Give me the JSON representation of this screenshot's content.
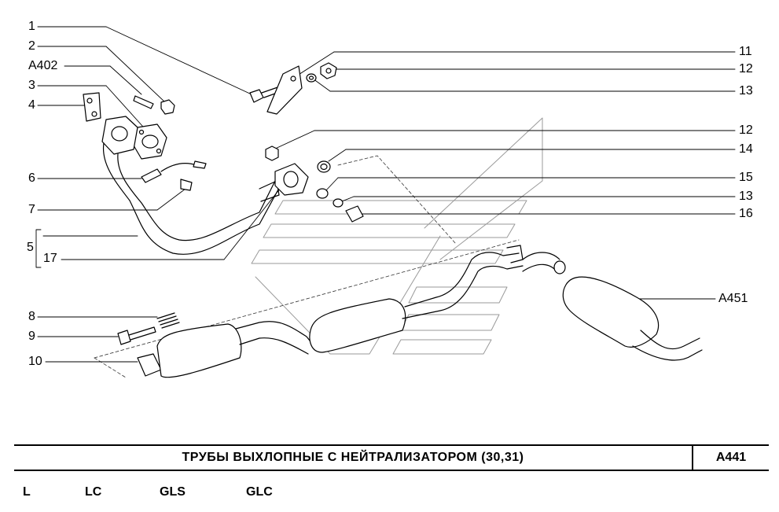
{
  "callouts_left": [
    {
      "id": "1",
      "label": "1"
    },
    {
      "id": "2",
      "label": "2"
    },
    {
      "id": "a402",
      "label": "A402"
    },
    {
      "id": "3",
      "label": "3"
    },
    {
      "id": "4",
      "label": "4"
    },
    {
      "id": "6",
      "label": "6"
    },
    {
      "id": "7",
      "label": "7"
    },
    {
      "id": "5",
      "label": "5"
    },
    {
      "id": "17",
      "label": "17"
    },
    {
      "id": "8",
      "label": "8"
    },
    {
      "id": "9",
      "label": "9"
    },
    {
      "id": "10",
      "label": "10"
    }
  ],
  "callouts_right": [
    {
      "id": "11",
      "label": "11"
    },
    {
      "id": "12a",
      "label": "12"
    },
    {
      "id": "13a",
      "label": "13"
    },
    {
      "id": "12b",
      "label": "12"
    },
    {
      "id": "14",
      "label": "14"
    },
    {
      "id": "15",
      "label": "15"
    },
    {
      "id": "13b",
      "label": "13"
    },
    {
      "id": "16",
      "label": "16"
    },
    {
      "id": "a451",
      "label": "A451"
    }
  ],
  "title_block": {
    "title": "ТРУБЫ  ВЫХЛОПНЫЕ  С  НЕЙТРАЛИЗАТОРОМ (30,31)",
    "code": "A441"
  },
  "variants": [
    "L",
    "LC",
    "GLS",
    "GLC"
  ]
}
